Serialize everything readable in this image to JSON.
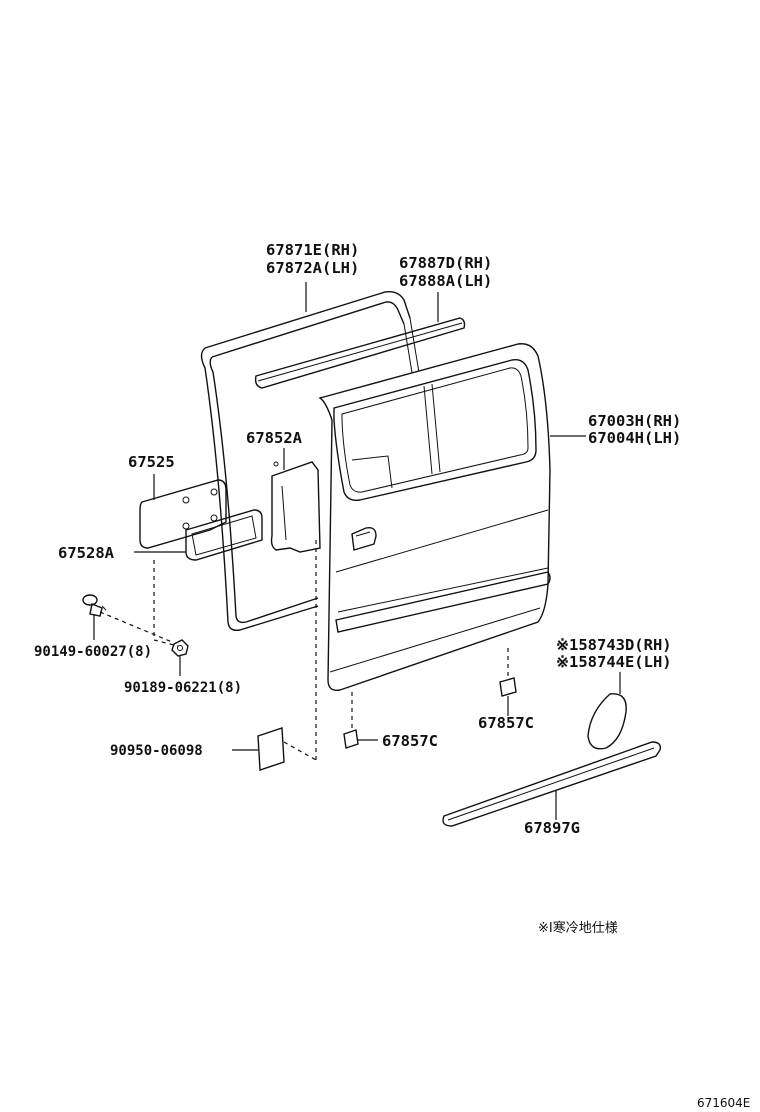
{
  "parts": {
    "weatherstrip_door": [
      "67871E(RH)",
      "67872A(LH)"
    ],
    "weatherstrip_glass": [
      "67887D(RH)",
      "67888A(LH)"
    ],
    "door_panel": [
      "67003H(RH)",
      "67004H(LH)"
    ],
    "hole_cover_upper": "67852A",
    "plate": "67525",
    "plate_gasket": "67528A",
    "screw": "90149-60027(8)",
    "nut": "90189-06221(8)",
    "seal_pad": "90950-06098",
    "clip_lower_left": "67857C",
    "clip_lower_right": "67857C",
    "cover_optional": [
      "※158743D(RH)",
      "※158744E(LH)"
    ],
    "moulding": "67897G"
  },
  "note": "※I寒冷地仕様",
  "diagram_code": "671604E"
}
